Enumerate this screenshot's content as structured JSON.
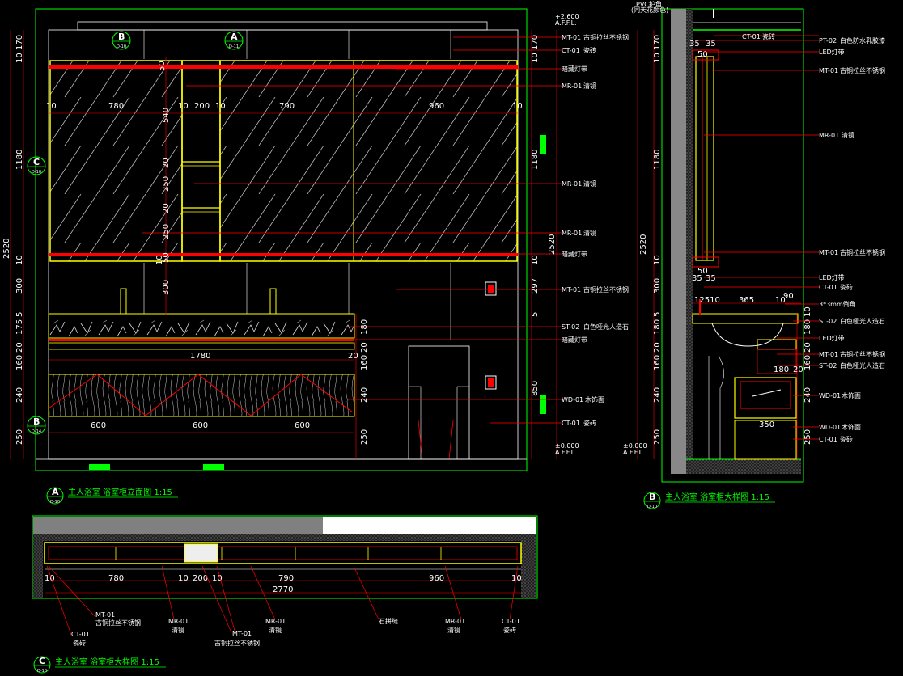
{
  "titles": {
    "A": {
      "letter": "A",
      "sheet": "D-10",
      "text": "主人浴室 浴室柜立面图 1:15"
    },
    "B": {
      "letter": "B",
      "sheet": "D-10",
      "text": "主人浴室 浴室柜大样图 1:15"
    },
    "C": {
      "letter": "C",
      "sheet": "D-10",
      "text": "主人浴室 浴室柜大样图 1:15"
    }
  },
  "bubbles": [
    {
      "letter": "B",
      "sheet": "D-10"
    },
    {
      "letter": "A",
      "sheet": "D-11"
    },
    {
      "letter": "C",
      "sheet": "D-10"
    },
    {
      "letter": "B",
      "sheet": "D-14"
    }
  ],
  "elev_a": {
    "top_dims": [
      "10",
      "780",
      "10",
      "200",
      "10",
      "790",
      "960",
      "10"
    ],
    "counter_dim": "1780",
    "counter_end": "20",
    "drawer_dims": [
      "600",
      "600",
      "600"
    ],
    "left_total": "2520",
    "left_chain": [
      "170",
      "10",
      "1180",
      "10",
      "300",
      "5",
      "175",
      "20",
      "160",
      "240",
      "250"
    ],
    "mid_chain": [
      "50",
      "540",
      "20",
      "250",
      "20",
      "250",
      "10",
      "50",
      "300"
    ],
    "right_chain_a": [
      "170",
      "10",
      "1180",
      "10",
      "297",
      "5",
      "180",
      "20",
      "160",
      "240",
      "250"
    ],
    "right_total": "2520",
    "small_dim": "850",
    "level_marks": [
      "+2.600",
      "A.F.F.L.",
      "±0.000",
      "A.F.F.L."
    ],
    "callouts": [
      {
        "code": "MT-01",
        "text": "古铜拉丝不锈钢"
      },
      {
        "code": "CT-01",
        "text": "瓷砖"
      },
      {
        "code": "",
        "text": "暗藏灯带"
      },
      {
        "code": "MR-01",
        "text": "清镜"
      },
      {
        "code": "MR-01",
        "text": "清镜"
      },
      {
        "code": "MR-01",
        "text": "清镜"
      },
      {
        "code": "",
        "text": "暗藏灯带"
      },
      {
        "code": "MT-01",
        "text": "古铜拉丝不锈钢"
      },
      {
        "code": "ST-02",
        "text": "白色哑光人造石"
      },
      {
        "code": "",
        "text": "暗藏灯带"
      },
      {
        "code": "WD-01",
        "text": "木饰面"
      },
      {
        "code": "CT-01",
        "text": "瓷砖"
      }
    ]
  },
  "section_b": {
    "top_note": [
      "PVC护角",
      "(同天花颜色)"
    ],
    "dims": [
      "35",
      "35",
      "50",
      "50",
      "35",
      "35",
      "12510",
      "365",
      "10",
      "90",
      "180",
      "20",
      "350"
    ],
    "left_total": "2520",
    "left_chain": [
      "170",
      "10",
      "1180",
      "10",
      "300",
      "5",
      "180",
      "20",
      "160",
      "240",
      "250"
    ],
    "right_chain": [
      "10",
      "180",
      "20",
      "160",
      "240",
      "250"
    ],
    "level_marks": [
      "±0.000",
      "A.F.F.L."
    ],
    "callouts": [
      {
        "code": "CT-01",
        "text": "瓷砖"
      },
      {
        "code": "PT-02",
        "text": "白色防水乳胶漆"
      },
      {
        "code": "",
        "text": "LED灯带"
      },
      {
        "code": "MT-01",
        "text": "古铜拉丝不锈钢"
      },
      {
        "code": "MR-01",
        "text": "清镜"
      },
      {
        "code": "MT-01",
        "text": "古铜拉丝不锈钢"
      },
      {
        "code": "",
        "text": "LED灯带"
      },
      {
        "code": "CT-01",
        "text": "瓷砖"
      },
      {
        "code": "",
        "text": "3*3mm倒角"
      },
      {
        "code": "ST-02",
        "text": "白色哑光人造石"
      },
      {
        "code": "",
        "text": "LED灯带"
      },
      {
        "code": "MT-01",
        "text": "古铜拉丝不锈钢"
      },
      {
        "code": "ST-02",
        "text": "白色哑光人造石"
      },
      {
        "code": "WD-01",
        "text": "木饰面"
      },
      {
        "code": "WD-01",
        "text": "木饰面"
      },
      {
        "code": "CT-01",
        "text": "瓷砖"
      }
    ]
  },
  "plan_c": {
    "dims": [
      "10",
      "780",
      "10",
      "200",
      "10",
      "790",
      "960",
      "10"
    ],
    "total": "2770",
    "callouts": [
      {
        "code": "MT-01",
        "text": "古铜拉丝不锈钢"
      },
      {
        "code": "CT-01",
        "text": "瓷砖"
      },
      {
        "code": "MR-01",
        "text": "清镜"
      },
      {
        "code": "MT-01",
        "text": "古铜拉丝不锈钢"
      },
      {
        "code": "MR-01",
        "text": "清镜"
      },
      {
        "code": "",
        "text": "石拼缝"
      },
      {
        "code": "MR-01",
        "text": "清镜"
      },
      {
        "code": "CT-01",
        "text": "瓷砖"
      }
    ]
  },
  "colors": {
    "background": "#000000",
    "green": "#00ff00",
    "yellow": "#ffff00",
    "red": "#ff0000",
    "white": "#ffffff",
    "cyan": "#00ffff"
  }
}
